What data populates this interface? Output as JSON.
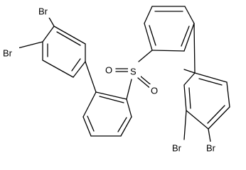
{
  "molecule": {
    "atoms": [
      {
        "id": "br_upper_left_1",
        "label": "Br"
      },
      {
        "id": "br_upper_left_2",
        "label": "Br"
      },
      {
        "id": "sulfur",
        "label": "S"
      },
      {
        "id": "oxygen_1",
        "label": "O"
      },
      {
        "id": "oxygen_2",
        "label": "O"
      },
      {
        "id": "br_lower_right_1",
        "label": "Br"
      },
      {
        "id": "br_lower_right_2",
        "label": "Br"
      }
    ]
  }
}
